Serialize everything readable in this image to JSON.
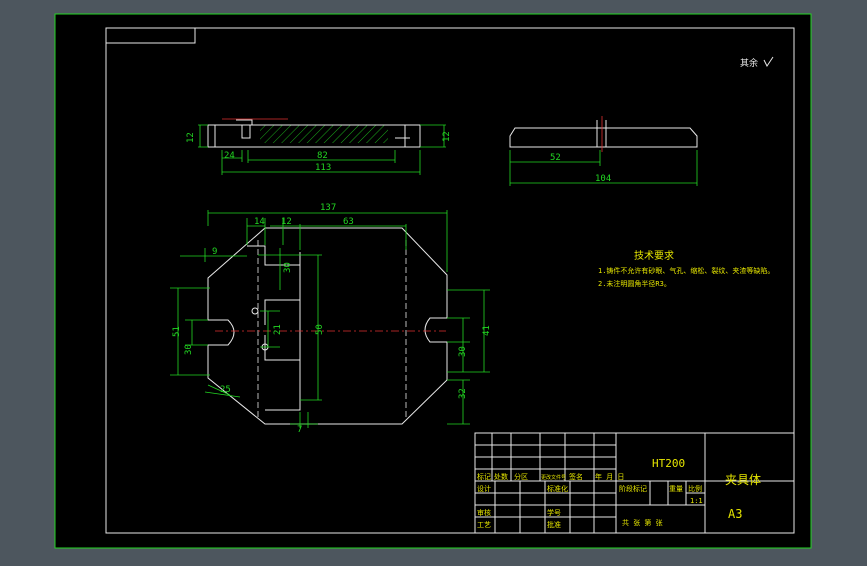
{
  "roughness": {
    "text": "其余"
  },
  "tech_req": {
    "title": "技术要求",
    "line1": "1.铸件不允许有砂眼、气孔、缩松、裂纹、夹渣等缺陷。",
    "line2": "2.未注明圆角半径R3。"
  },
  "dims": {
    "top_h": "12",
    "top_24": "24",
    "top_82": "82",
    "top_113": "113",
    "top_h2": "12",
    "side_52": "52",
    "side_104": "104",
    "plan_137": "137",
    "plan_14": "14",
    "plan_12": "12",
    "plan_63": "63",
    "plan_9": "9",
    "plan_51": "51",
    "plan_30l": "30",
    "plan_25": "25",
    "plan_30": "30",
    "plan_50": "50",
    "plan_21": "21",
    "plan_7": "7",
    "plan_41": "41",
    "plan_30r": "30",
    "plan_32": "32"
  },
  "title_block": {
    "material": "HT200",
    "part_name": "夹具体",
    "sheet_size": "A3",
    "scale": "1:1",
    "labels": {
      "mark": "标记",
      "count": "处数",
      "zone": "分区",
      "change_doc": "更改文件号",
      "sign": "签名",
      "date": "年 月 日",
      "design": "设计",
      "standard": "标准化",
      "review": "审核",
      "process": "工艺",
      "approve": "批准",
      "student_no": "学号",
      "stage": "阶段标记",
      "weight": "重量",
      "ratio": "比例",
      "total": "共 张 第 张"
    }
  }
}
